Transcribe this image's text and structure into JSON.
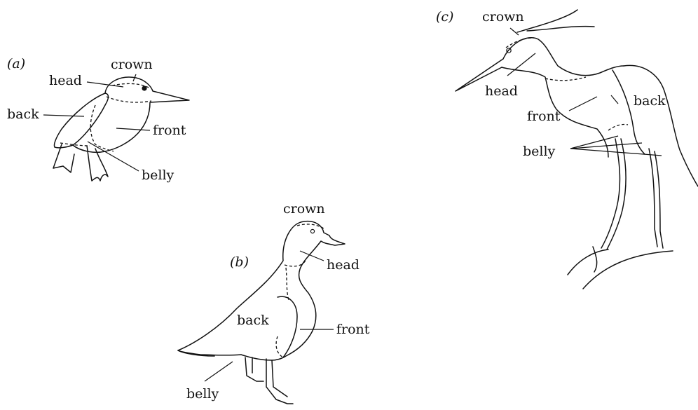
{
  "panels": {
    "a": {
      "tag": "(a)",
      "labels": {
        "crown": "crown",
        "head": "head",
        "back": "back",
        "front": "front",
        "belly": "belly"
      }
    },
    "b": {
      "tag": "(b)",
      "labels": {
        "crown": "crown",
        "head": "head",
        "back": "back",
        "front": "front",
        "belly": "belly"
      }
    },
    "c": {
      "tag": "(c)",
      "labels": {
        "crown": "crown",
        "head": "head",
        "back": "back",
        "front": "front",
        "belly": "belly"
      }
    }
  }
}
